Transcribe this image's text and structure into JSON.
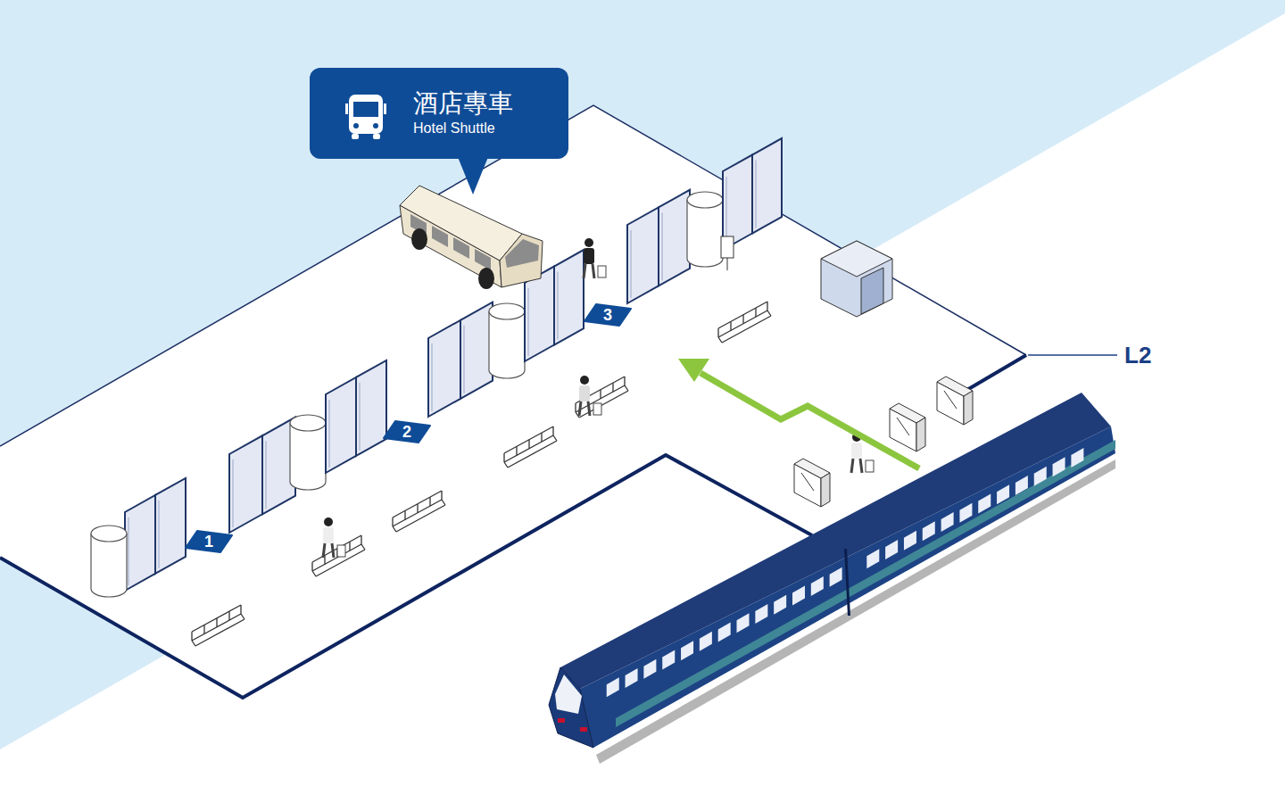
{
  "diagram": {
    "nodes": [
      {
        "text": [
          "酒店專車",
          "Hotel Shuttle"
        ]
      },
      {
        "text": [
          "3"
        ]
      },
      {
        "text": [
          "2"
        ]
      },
      {
        "text": [
          "1"
        ]
      }
    ],
    "labels": [
      "L2"
    ]
  }
}
